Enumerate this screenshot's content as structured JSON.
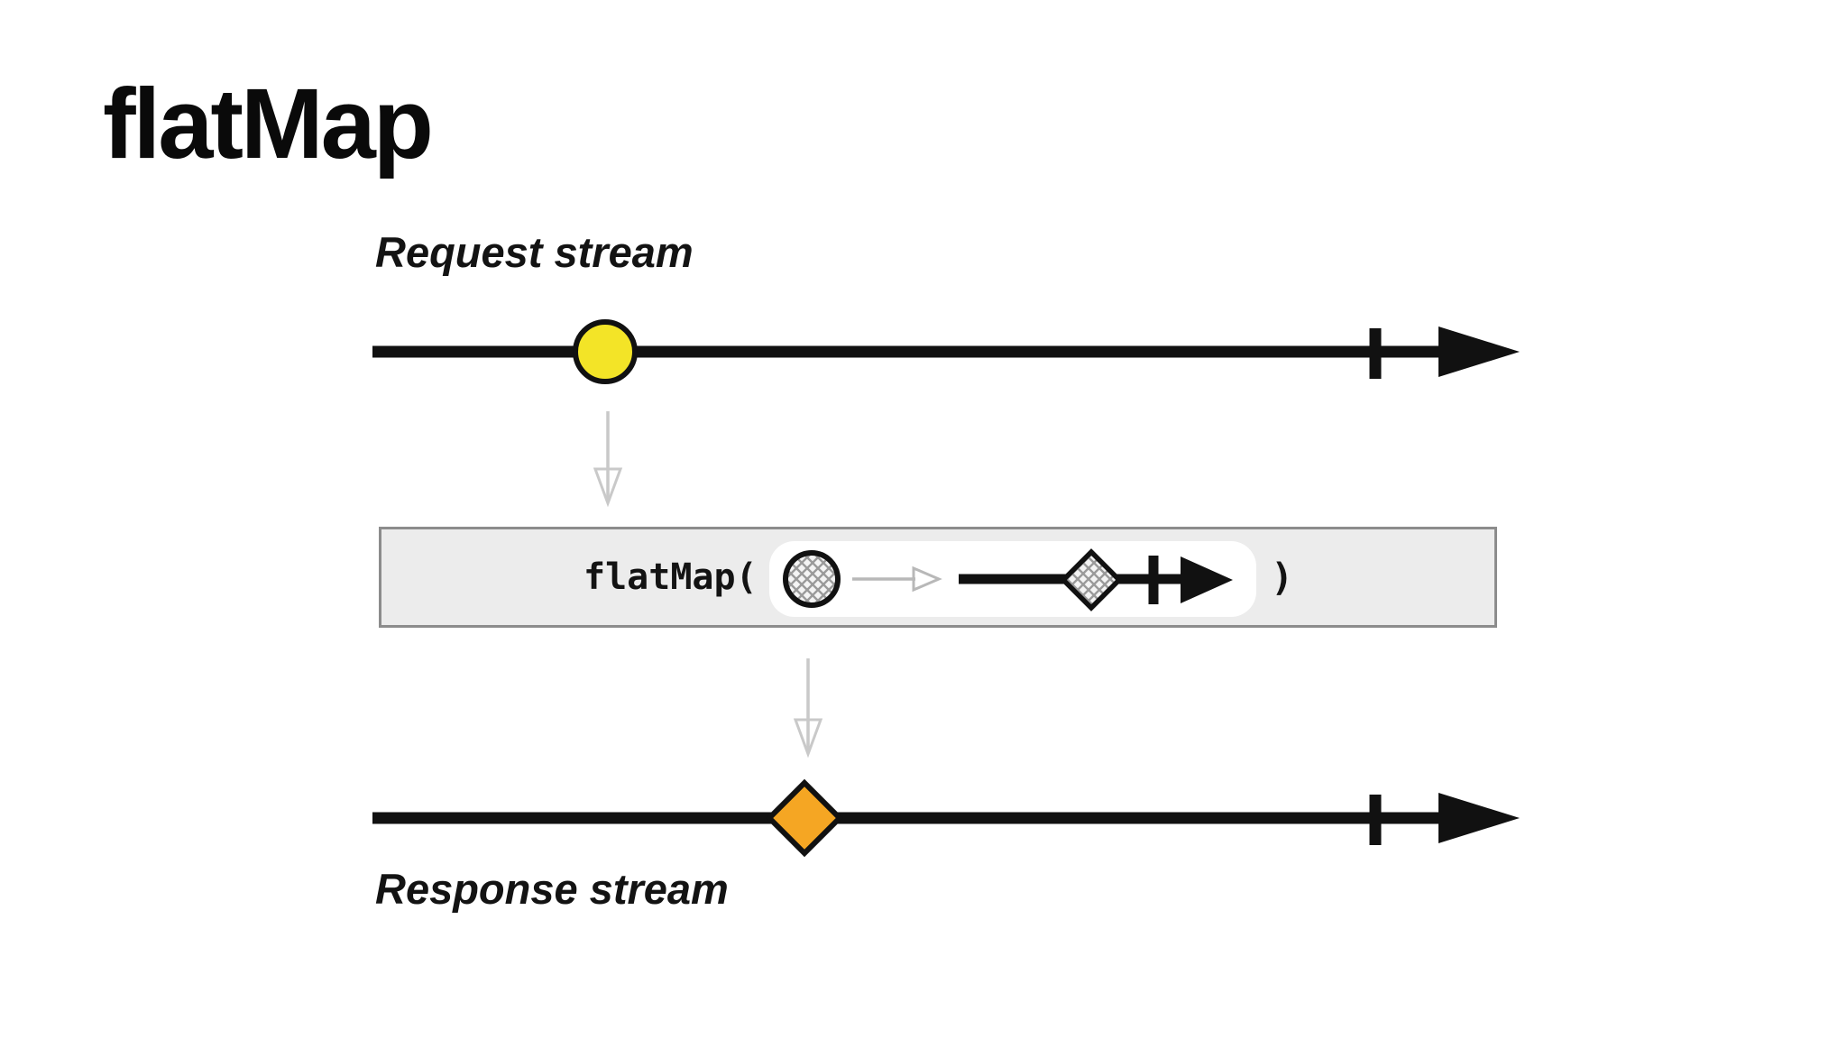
{
  "slide": {
    "title": "flatMap",
    "background": "#ffffff"
  },
  "request_stream": {
    "label": "Request stream",
    "marble": {
      "shape": "circle",
      "fill": "#f3e427",
      "outline": "#111111"
    },
    "timeline": {
      "color": "#111111",
      "has_completion_tick": true,
      "has_arrowhead": true
    }
  },
  "operator_box": {
    "function_open": "flatMap(",
    "function_close": ")",
    "background": "#ececec",
    "border_color": "#8c8c8c",
    "inner_diagram": {
      "input_marble": {
        "shape": "circle",
        "fill": "crosshatch"
      },
      "output_marble": {
        "shape": "diamond",
        "fill": "crosshatch"
      },
      "map_arrow_color": "#b8b8b8",
      "has_completion_tick": true,
      "has_arrowhead": true
    }
  },
  "response_stream": {
    "label": "Response stream",
    "marble": {
      "shape": "diamond",
      "fill": "#f5a623",
      "outline": "#111111"
    },
    "timeline": {
      "color": "#111111",
      "has_completion_tick": true,
      "has_arrowhead": true
    }
  },
  "colors": {
    "timeline": "#111111",
    "flow_arrow": "#c9c9c9",
    "crosshatch_line": "#9a9a9a"
  }
}
